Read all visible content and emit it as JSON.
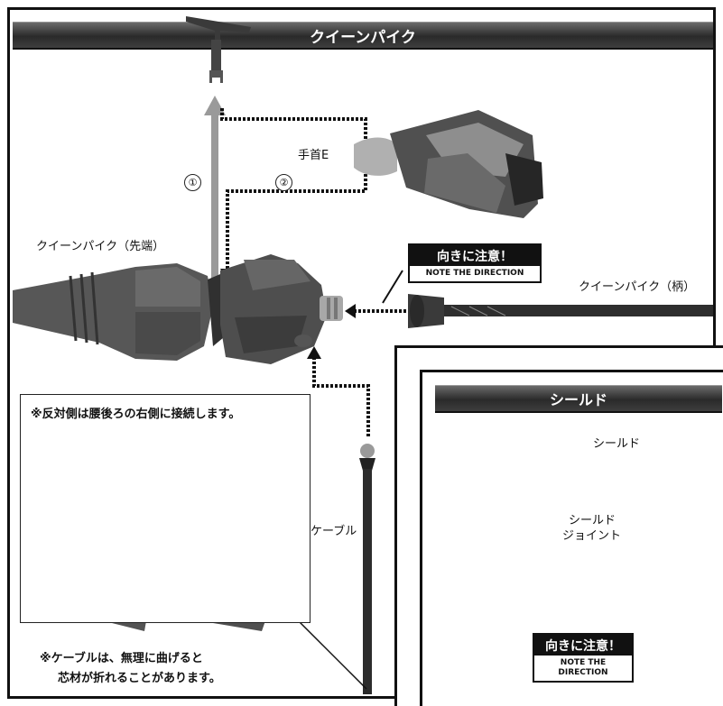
{
  "main": {
    "title": "クイーンパイク",
    "label_wrist": "手首E",
    "label_tip": "クイーンパイク（先端）",
    "label_handle": "クイーンパイク（柄）",
    "label_cable": "ケーブル",
    "step1": "①",
    "step2": "②",
    "warning": {
      "head": "向きに注意！",
      "sub": "NOTE THE DIRECTION"
    }
  },
  "inset": {
    "note": "※反対側は腰後ろの右側に接続します。"
  },
  "footnote": {
    "line1": "※ケーブルは、無理に曲げると",
    "line2": "芯材が折れることがあります。"
  },
  "shield_section": {
    "title": "シールド",
    "label_shield": "シールド",
    "label_joint_line1": "シールド",
    "label_joint_line2": "ジョイント",
    "warning": {
      "head": "向きに注意！",
      "sub_line1": "NOTE THE",
      "sub_line2": "DIRECTION"
    }
  },
  "colors": {
    "banner": "#3a3a3a",
    "arrow_gray": "#9a9a9a",
    "part_dark": "#4a4a4a",
    "part_light": "#b8b8b8"
  }
}
